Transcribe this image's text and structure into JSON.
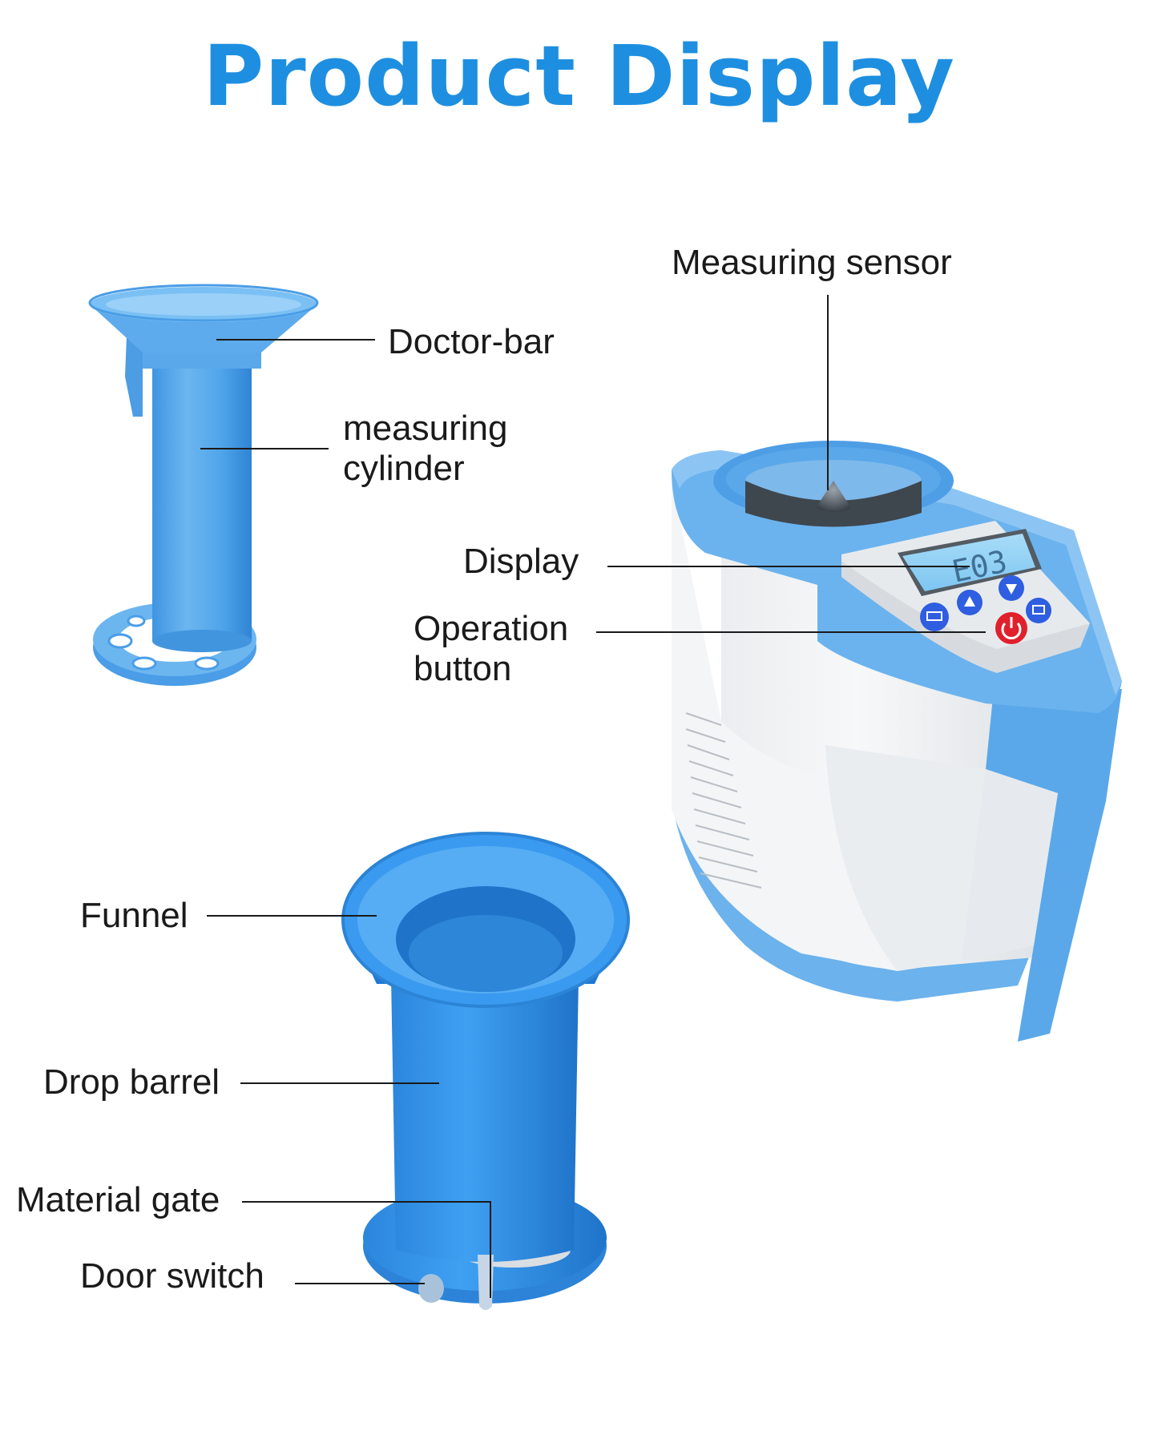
{
  "title": "Product Display",
  "colors": {
    "title": "#1e8fe0",
    "accent_blue": "#5aa8ea",
    "device_body": "#f2f4f6",
    "display_screen": "#8fd0f5",
    "power_button": "#e0202c",
    "nav_button": "#2f5ee0"
  },
  "labels": {
    "measuring_sensor": "Measuring sensor",
    "doctor_bar": "Doctor-bar",
    "measuring_cylinder_line1": "measuring",
    "measuring_cylinder_line2": "cylinder",
    "display": "Display",
    "operation_button_line1": "Operation",
    "operation_button_line2": "button",
    "funnel": "Funnel",
    "drop_barrel": "Drop barrel",
    "material_gate": "Material gate",
    "door_switch": "Door switch"
  },
  "display_readout": "E03"
}
